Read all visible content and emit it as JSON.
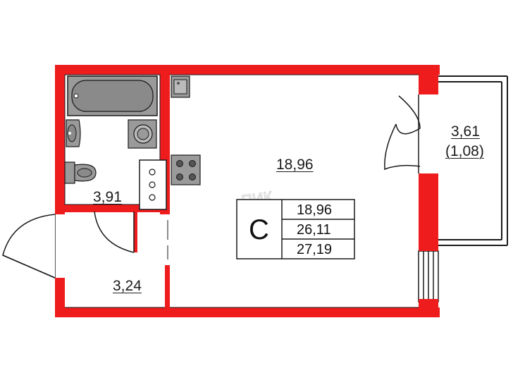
{
  "rooms": {
    "main": "18,96",
    "bathroom": "3,91",
    "hallway": "3,24",
    "balcony": "3,61",
    "balcony_reduced": "(1,08)"
  },
  "summary": {
    "type_letter": "С",
    "living_area": "18,96",
    "total_area": "26,11",
    "total_with_balcony": "27,19"
  },
  "watermark": "ПИК",
  "colors": {
    "wall": "#ee1c1c",
    "outline": "#1a1a1a",
    "fixture_fill": "#9a9a9a"
  },
  "icons": [
    "bathtub-icon",
    "washbasin-icon",
    "washing-machine-icon",
    "toilet-icon",
    "kitchen-sink-icon",
    "stove-icon",
    "fridge-icon"
  ]
}
